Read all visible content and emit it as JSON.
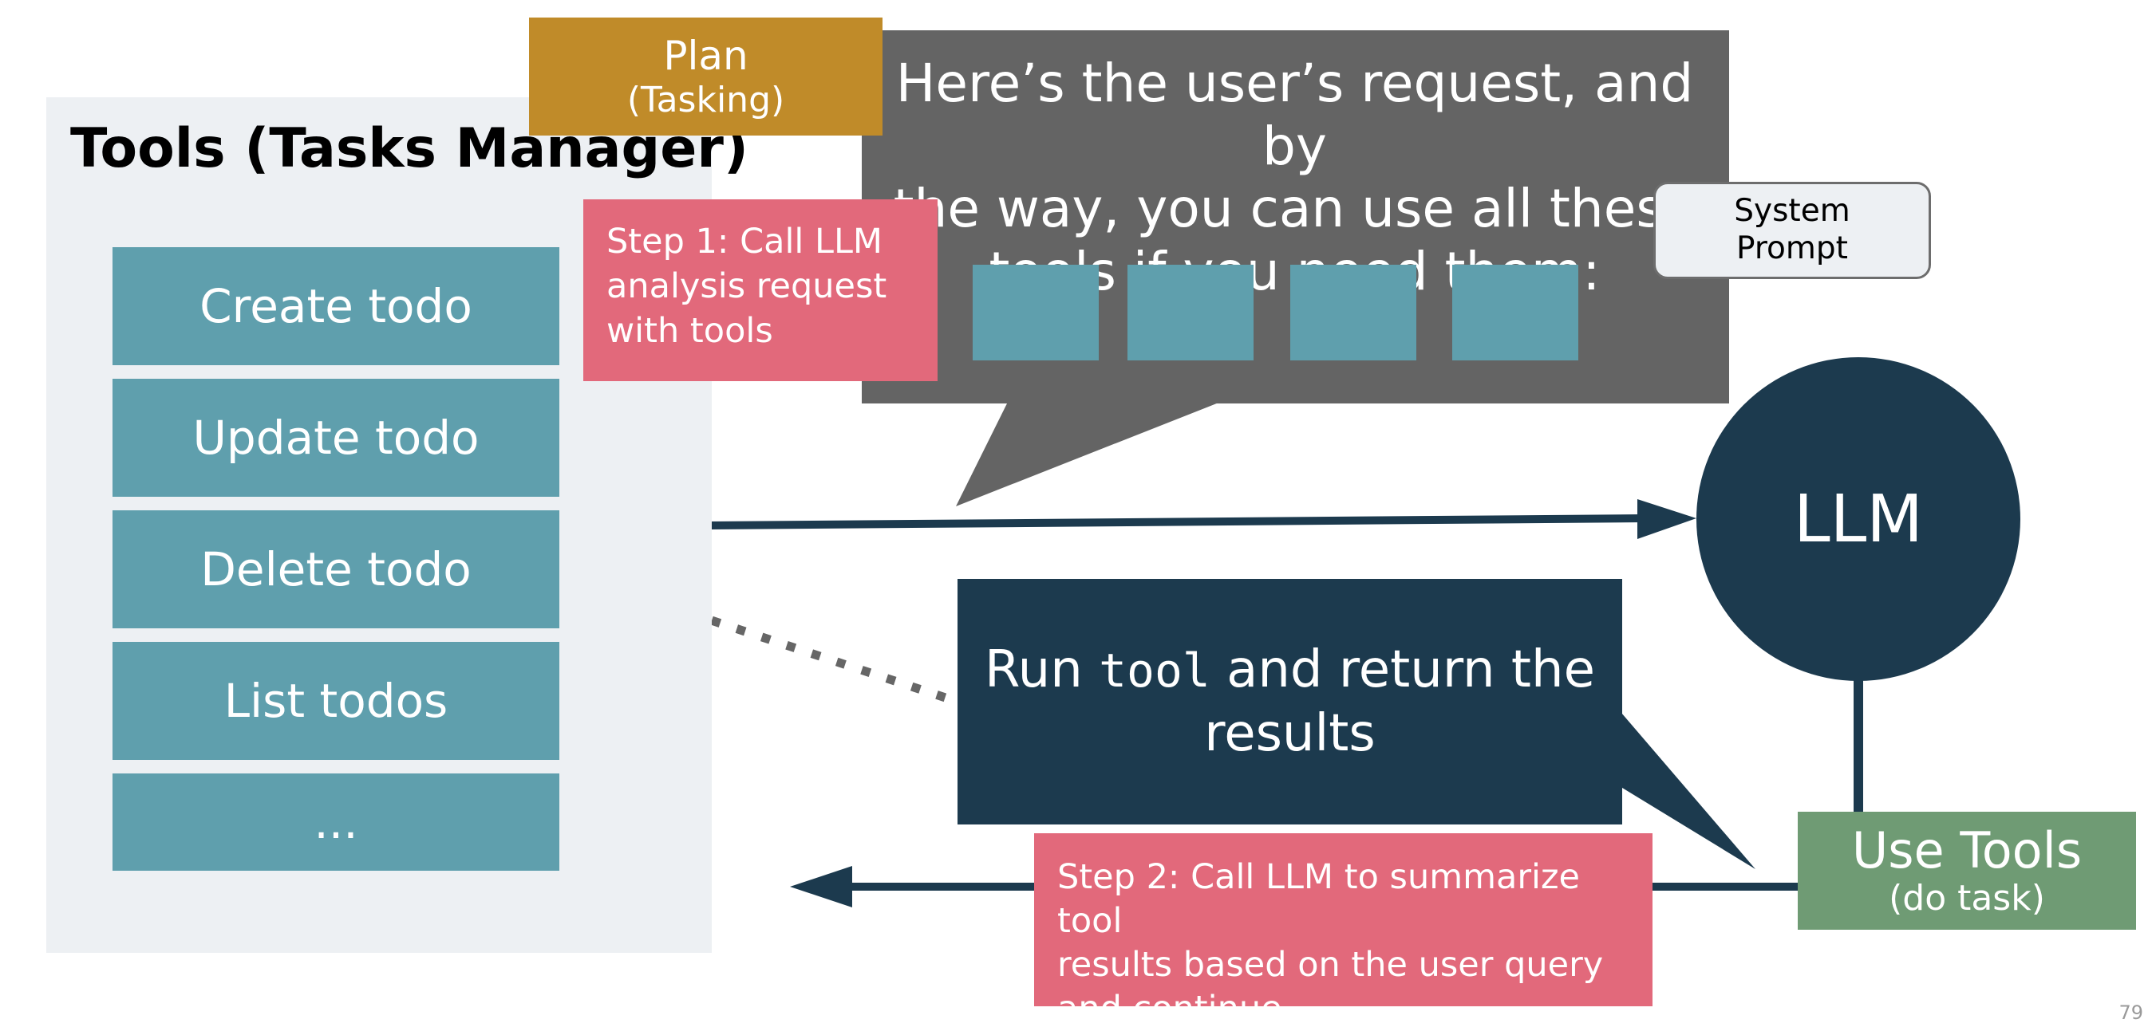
{
  "tools_panel": {
    "title": "Tools (Tasks Manager)",
    "items": [
      "Create todo",
      "Update todo",
      "Delete todo",
      "List todos",
      "..."
    ]
  },
  "plan": {
    "line1": "Plan",
    "line2": "(Tasking)"
  },
  "request_bubble": {
    "lines": [
      "Here’s the user’s request, and by",
      "the way, you can use all these",
      "tools if you need them:"
    ]
  },
  "system_prompt": {
    "line1": "System",
    "line2": "Prompt"
  },
  "step1": {
    "lines": [
      "Step 1: Call LLM",
      "analysis request",
      "with tools"
    ]
  },
  "llm": {
    "label": "LLM"
  },
  "run_tool": {
    "prefix": "Run",
    "code": "tool",
    "suffix": "and return the",
    "line2": "results"
  },
  "use_tools": {
    "line1": "Use Tools",
    "line2": "(do task)"
  },
  "step2": {
    "lines": [
      "Step 2: Call LLM to summarize tool",
      "results based on the user query",
      "and continue"
    ]
  },
  "page_number": "79",
  "colors": {
    "tool_teal": "#5f9fad",
    "navy": "#1c3a4e",
    "bubble_gray": "#646464",
    "panel_bg": "#edf0f3",
    "plan_gold": "#c08b29",
    "step_pink": "#e2697b",
    "use_tools_green": "#6f9b74"
  }
}
